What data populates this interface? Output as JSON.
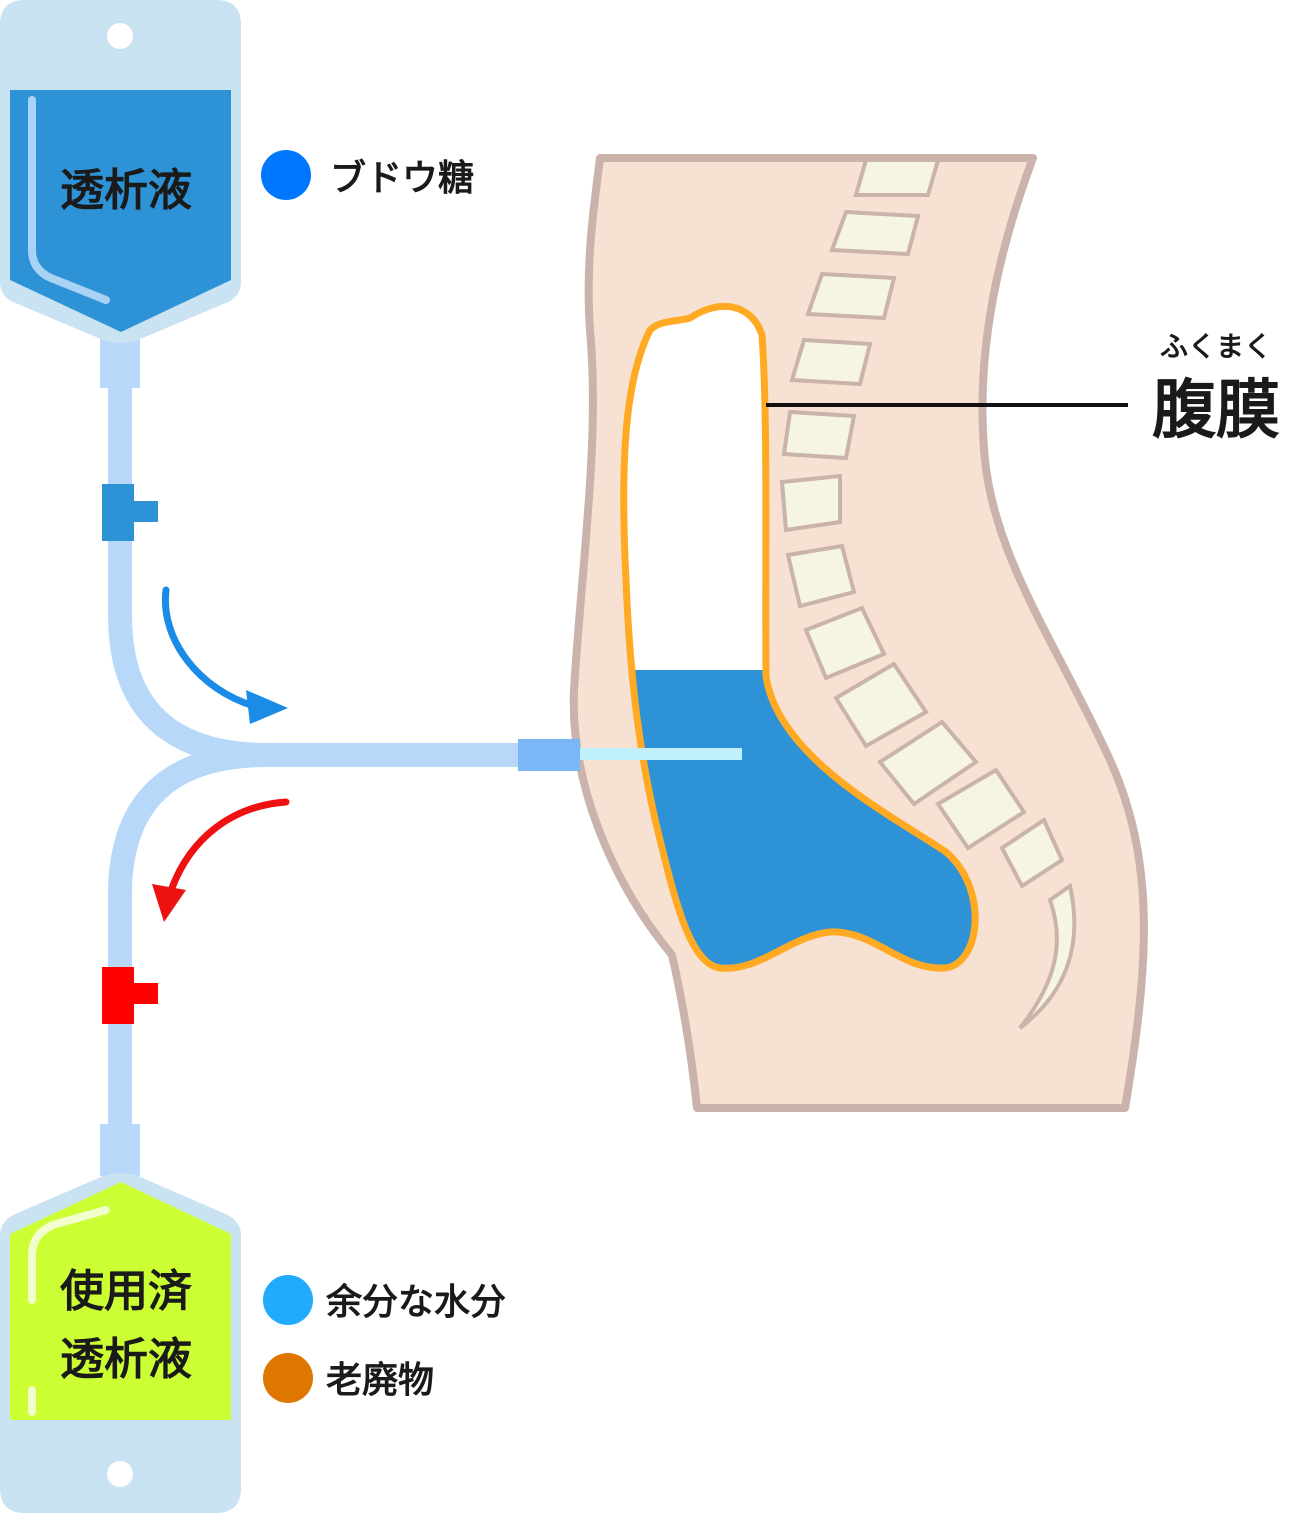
{
  "bags": {
    "fresh": {
      "label": "透析液",
      "fill_color": "#2e93d6",
      "frame_color": "#cae3f2"
    },
    "used": {
      "label_line1": "使用済",
      "label_line2": "透析液",
      "fill_color": "#ccff33",
      "frame_color": "#cae3f2"
    }
  },
  "legend": {
    "fresh_items": [
      {
        "label": "ブドウ糖",
        "color": "#0077ff"
      }
    ],
    "used_items": [
      {
        "label": "余分な水分",
        "color": "#22aaff"
      },
      {
        "label": "老廃物",
        "color": "#dd7700"
      }
    ]
  },
  "callout": {
    "ruby": "ふくまく",
    "label": "腹膜"
  },
  "colors": {
    "tube": "#b8d8fa",
    "inflow_clamp": "#2e93d6",
    "outflow_clamp": "#ff0000",
    "inflow_arrow": "#1a8ce8",
    "outflow_arrow": "#ee1111",
    "body_skin": "#f7e1d3",
    "body_outline": "#c9b3aa",
    "vertebra": "#f5f5e1",
    "peritoneum": "#ffaa22",
    "dialysate_in_abdomen": "#2e93d6",
    "catheter": "#bff0fb"
  }
}
